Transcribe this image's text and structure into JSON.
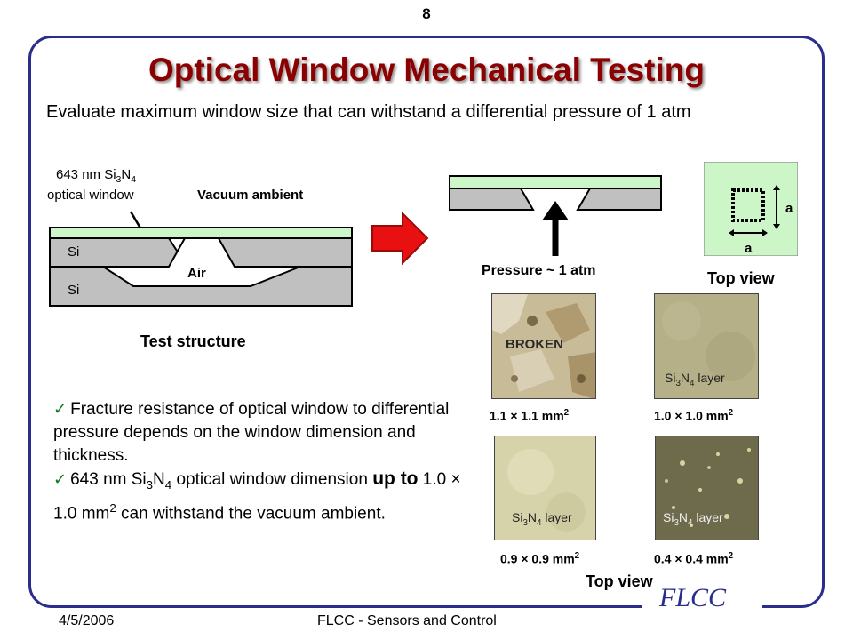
{
  "page_number": "8",
  "title": "Optical Window Mechanical  Testing",
  "subtitle": "Evaluate maximum window size that can withstand a differential pressure of 1 atm",
  "test_structure": {
    "window_label_line1_pre": "643 nm Si",
    "window_label_sub1": "3",
    "window_label_mid": "N",
    "window_label_sub2": "4",
    "window_label_line2": "optical window",
    "ambient_label": "Vacuum ambient",
    "si_top": "Si",
    "si_bottom": "Si",
    "air_label": "Air",
    "caption": "Test structure"
  },
  "pressure_label": "Pressure ~ 1 atm",
  "top_view_inset": {
    "side_label_vertical": "a",
    "side_label_horizontal": "a",
    "caption": "Top view"
  },
  "samples": [
    {
      "overlay": "BROKEN",
      "caption_pre": "1.1 × 1.1 mm",
      "caption_sup": "2"
    },
    {
      "overlay_pre": "Si",
      "overlay_s1": "3",
      "overlay_mid": "N",
      "overlay_s2": "4",
      "overlay_post": " layer",
      "caption_pre": "1.0 × 1.0 mm",
      "caption_sup": "2"
    },
    {
      "overlay_pre": "Si",
      "overlay_s1": "3",
      "overlay_mid": "N",
      "overlay_s2": "4",
      "overlay_post": " layer",
      "caption_pre": "0.9 × 0.9 mm",
      "caption_sup": "2"
    },
    {
      "overlay_pre": "Si",
      "overlay_s1": "3",
      "overlay_mid": "N",
      "overlay_s2": "4",
      "overlay_post": " layer",
      "caption_pre": "0.4 × 0.4 mm",
      "caption_sup": "2"
    }
  ],
  "photos_caption": "Top view",
  "bullets": {
    "b1": "Fracture resistance of optical window to differential pressure depends on the window dimension and thickness.",
    "b2_pre": "643 nm Si",
    "b2_s1": "3",
    "b2_mid": "N",
    "b2_s2": "4",
    "b2_after": " optical window dimension ",
    "b2_upto": "up to",
    "b2_dim": " 1.0 × 1.0 mm",
    "b2_sup": "2",
    "b2_end": " can withstand the vacuum ambient."
  },
  "footer": {
    "date": "4/5/2006",
    "center": "FLCC - Sensors and Control",
    "logo": "FLCC"
  },
  "colors": {
    "title": "#8b0000",
    "frame": "#2a2d8c",
    "window_film": "#ccf5c8",
    "silicon": "#c0c0c0",
    "arrow": "#e81010"
  }
}
